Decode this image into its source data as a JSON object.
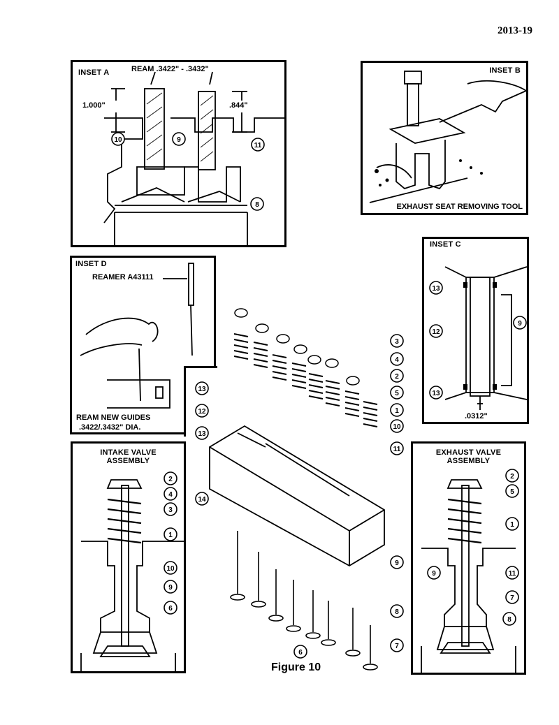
{
  "page_number": "2013-19",
  "caption": "Figure 10",
  "inset_a": {
    "title": "INSET A",
    "ream": "REAM .3422\" - .3432\"",
    "dim1": "1.000\"",
    "dim2": ".844\"",
    "callouts": [
      "10",
      "9",
      "11",
      "8"
    ]
  },
  "inset_b": {
    "title": "INSET B",
    "tool": "EXHAUST SEAT REMOVING TOOL"
  },
  "inset_c": {
    "title": "INSET C",
    "dim": ".0312\"",
    "callouts": [
      "13",
      "12",
      "9",
      "13"
    ]
  },
  "inset_d": {
    "title": "INSET D",
    "reamer": "REAMER A43111",
    "note_line1": "REAM NEW GUIDES",
    "note_line2": ".3422/.3432\" DIA."
  },
  "intake": {
    "title_line1": "INTAKE VALVE",
    "title_line2": "ASSEMBLY",
    "callouts": [
      "2",
      "4",
      "3",
      "1",
      "10",
      "9",
      "6"
    ]
  },
  "exhaust": {
    "title_line1": "EXHAUST VALVE",
    "title_line2": "ASSEMBLY",
    "callouts": [
      "2",
      "5",
      "1",
      "9",
      "11",
      "7",
      "8"
    ]
  },
  "main_callouts": [
    "3",
    "4",
    "2",
    "5",
    "1",
    "10",
    "11",
    "13",
    "12",
    "13",
    "14",
    "9",
    "8",
    "7",
    "6"
  ]
}
